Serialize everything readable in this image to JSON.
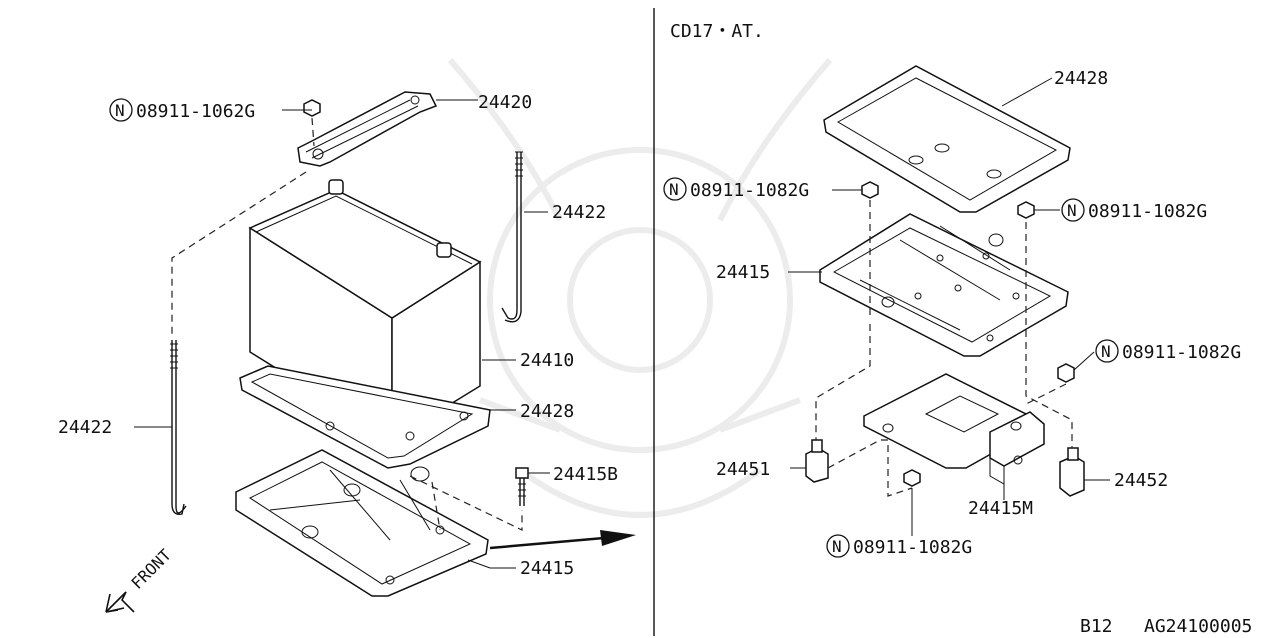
{
  "header": {
    "variant_note": "CD17・AT."
  },
  "footer": {
    "page_code": "B12",
    "diagram_id": "AG24100005"
  },
  "front_label": "FRONT",
  "nut_symbol": "N",
  "left_labels": {
    "nut_top": "08911-1062G",
    "clamp": "24420",
    "rod_right": "24422",
    "battery": "24410",
    "tray_cover": "24428",
    "rod_left": "24422",
    "bolt": "24415B",
    "tray": "24415"
  },
  "right_labels": {
    "cover": "24428",
    "nut_a": "08911-1082G",
    "nut_b": "08911-1082G",
    "tray": "24415",
    "nut_c": "08911-1082G",
    "bracket_left": "24451",
    "bracket_right": "24452",
    "mount": "24415M",
    "nut_d": "08911-1082G"
  },
  "colors": {
    "ink": "#111111",
    "watermark": "#ececec",
    "background": "#ffffff"
  }
}
